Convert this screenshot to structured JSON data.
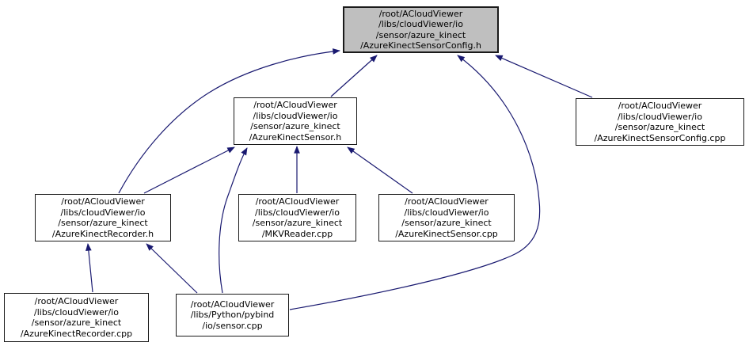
{
  "diagram": {
    "type": "include-dependency-graph",
    "colors": {
      "edge": "#191970",
      "node_fill": "#ffffff",
      "highlight_fill": "#bfbfbf",
      "border": "#1a1a1a",
      "background": "#ffffff"
    }
  },
  "nodes": [
    {
      "id": "config_h",
      "highlighted": true,
      "label": "/root/ACloudViewer\n/libs/cloudViewer/io\n/sensor/azure_kinect\n/AzureKinectSensorConfig.h"
    },
    {
      "id": "sensor_h",
      "highlighted": false,
      "label": "/root/ACloudViewer\n/libs/cloudViewer/io\n/sensor/azure_kinect\n/AzureKinectSensor.h"
    },
    {
      "id": "config_cpp",
      "highlighted": false,
      "label": "/root/ACloudViewer\n/libs/cloudViewer/io\n/sensor/azure_kinect\n/AzureKinectSensorConfig.cpp"
    },
    {
      "id": "recorder_h",
      "highlighted": false,
      "label": "/root/ACloudViewer\n/libs/cloudViewer/io\n/sensor/azure_kinect\n/AzureKinectRecorder.h"
    },
    {
      "id": "mkvreader_cpp",
      "highlighted": false,
      "label": "/root/ACloudViewer\n/libs/cloudViewer/io\n/sensor/azure_kinect\n/MKVReader.cpp"
    },
    {
      "id": "sensor_cpp",
      "highlighted": false,
      "label": "/root/ACloudViewer\n/libs/cloudViewer/io\n/sensor/azure_kinect\n/AzureKinectSensor.cpp"
    },
    {
      "id": "recorder_cpp",
      "highlighted": false,
      "label": "/root/ACloudViewer\n/libs/cloudViewer/io\n/sensor/azure_kinect\n/AzureKinectRecorder.cpp"
    },
    {
      "id": "py_sensor_cpp",
      "highlighted": false,
      "label": "/root/ACloudViewer\n/libs/Python/pybind\n/io/sensor.cpp"
    }
  ],
  "edges": [
    {
      "from": "recorder_h",
      "to": "config_h"
    },
    {
      "from": "sensor_h",
      "to": "config_h"
    },
    {
      "from": "py_sensor_cpp",
      "to": "config_h"
    },
    {
      "from": "config_cpp",
      "to": "config_h"
    },
    {
      "from": "recorder_h",
      "to": "sensor_h"
    },
    {
      "from": "py_sensor_cpp",
      "to": "sensor_h"
    },
    {
      "from": "mkvreader_cpp",
      "to": "sensor_h"
    },
    {
      "from": "sensor_cpp",
      "to": "sensor_h"
    },
    {
      "from": "recorder_cpp",
      "to": "recorder_h"
    },
    {
      "from": "py_sensor_cpp",
      "to": "recorder_h"
    }
  ]
}
